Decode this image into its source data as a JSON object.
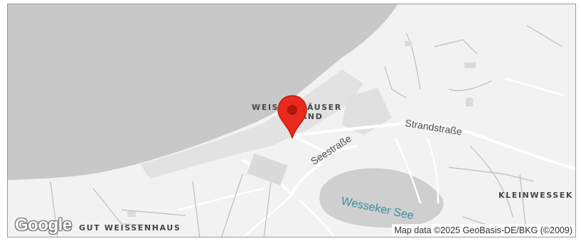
{
  "map": {
    "labels": {
      "place_1_line1": "WEISSENHÄUSER",
      "place_1_line2": "STRAND",
      "place_2": "GUT WEISSENHAUS",
      "place_3": "KLEINWESSEK",
      "road_1": "Strandstraße",
      "road_2": "Seestraße",
      "lake": "Wesseker See"
    },
    "marker": {
      "icon": "map-pin-icon",
      "color": "#ea2a1e"
    },
    "logo": "Google",
    "attribution": "Map data ©2025 GeoBasis-DE/BKG (©2009)",
    "colors": {
      "sea": "#c8c8c8",
      "land": "#f2f2f2",
      "lake": "#cfcfcf",
      "road": "#ffffff",
      "marker": "#ea2a1e"
    }
  }
}
